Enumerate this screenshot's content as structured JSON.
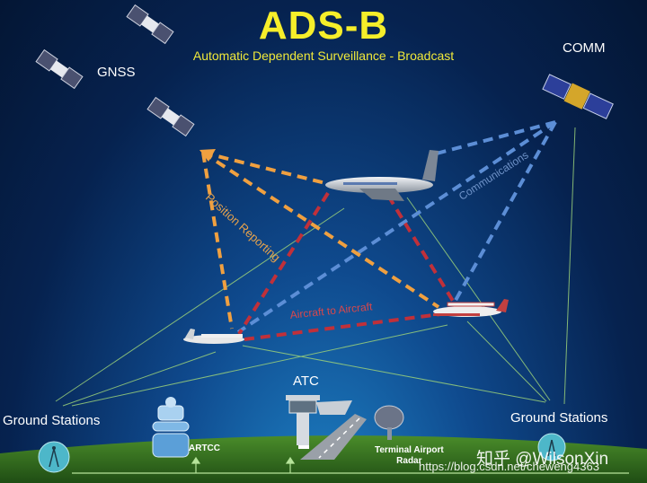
{
  "title": "ADS-B",
  "subtitle": "Automatic Dependent Surveillance - Broadcast",
  "labels": {
    "gnss": "GNSS",
    "comm": "COMM",
    "position_reporting": "Position Reporting",
    "communications": "Communications",
    "aircraft_to_aircraft": "Aircraft to Aircraft",
    "ground_stations_left": "Ground Stations",
    "ground_stations_right": "Ground Stations",
    "atc": "ATC",
    "artcc": "ARTCC",
    "terminal_radar_line1": "Terminal Airport",
    "terminal_radar_line2": "Radar"
  },
  "watermark": {
    "handle": "知乎 @WilsonXin",
    "url": "https://blog.csdn.net/cheweng4363"
  },
  "colors": {
    "title": "#f6ee2a",
    "position_link": "#f0a040",
    "communication_link": "#5c8ed6",
    "aircraft_link": "#c0303a",
    "signal_line": "#9ad07a",
    "ground": "#3f7f24"
  }
}
